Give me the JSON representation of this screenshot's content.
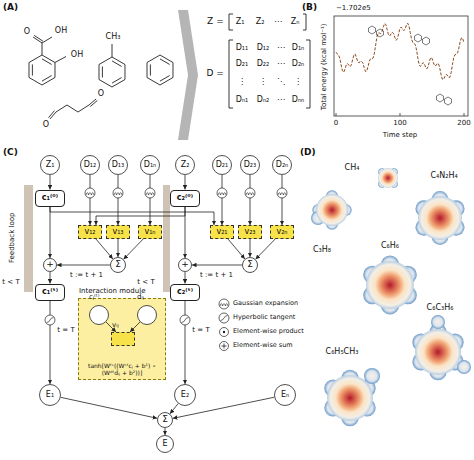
{
  "diagram": {
    "nodes": [
      {
        "text": [
          "Z₁"
        ]
      },
      {
        "text": [
          "c₁⁽⁰⁾"
        ]
      },
      {
        "text": [
          "D₁₂"
        ]
      },
      {
        "text": [
          "D₁₃"
        ]
      },
      {
        "text": [
          "D₁ₙ"
        ]
      },
      {
        "text": [
          "Z₂"
        ]
      },
      {
        "text": [
          "c₂⁽⁰⁾"
        ]
      },
      {
        "text": [
          "D₂₁"
        ]
      },
      {
        "text": [
          "D₂₃"
        ]
      },
      {
        "text": [
          "D₂ₙ"
        ]
      },
      {
        "text": [
          "v₁₂"
        ]
      },
      {
        "text": [
          "v₁₃"
        ]
      },
      {
        "text": [
          "v₁ₙ"
        ]
      },
      {
        "text": [
          "v₂₁"
        ]
      },
      {
        "text": [
          "v₂₃"
        ]
      },
      {
        "text": [
          "v₂ₙ"
        ]
      },
      {
        "text": [
          "+"
        ]
      },
      {
        "text": [
          "Σ"
        ]
      },
      {
        "text": [
          "+"
        ]
      },
      {
        "text": [
          "Σ"
        ]
      },
      {
        "text": [
          "c₁⁽ᵗ⁾"
        ]
      },
      {
        "text": [
          "c₂⁽ᵗ⁾"
        ]
      },
      {
        "text": [
          "Interaction module",
          "tanh[Wᶠᶜ((Wᶜᶠcⱼ + b¹) ∘ (Wᵈᶠd̂ᵢⱼ + b²))]"
        ]
      },
      {
        "text": [
          "cⱼ⁽ᵗ⁾"
        ],
        "in": 22
      },
      {
        "text": [
          "d̂ᵢⱼ"
        ],
        "in": 22
      },
      {
        "text": [
          "vᵢⱼ"
        ],
        "in": 22
      },
      {
        "text": [
          "E₁"
        ]
      },
      {
        "text": [
          "E₂"
        ]
      },
      {
        "text": [
          "Eₙ"
        ]
      },
      {
        "text": [
          "Σ"
        ]
      },
      {
        "text": [
          "E"
        ]
      }
    ],
    "edges": [
      {
        "from": 0,
        "to": 1,
        "arrow": "to"
      },
      {
        "from": 1,
        "to": 16,
        "arrow": "to"
      },
      {
        "from": 2,
        "to": 10,
        "arrow": "to"
      },
      {
        "from": 3,
        "to": 11,
        "arrow": "to"
      },
      {
        "from": 4,
        "to": 12,
        "arrow": "to"
      },
      {
        "from": 5,
        "to": 6,
        "arrow": "to"
      },
      {
        "from": 6,
        "to": 18,
        "arrow": "to"
      },
      {
        "from": 7,
        "to": 13,
        "arrow": "to"
      },
      {
        "from": 8,
        "to": 14,
        "arrow": "to"
      },
      {
        "from": 9,
        "to": 15,
        "arrow": "to"
      },
      {
        "from": 1,
        "to": 13,
        "arrow": "to"
      },
      {
        "from": 6,
        "to": 10,
        "arrow": "to"
      },
      {
        "from": 10,
        "to": 17,
        "arrow": "to"
      },
      {
        "from": 11,
        "to": 17,
        "arrow": "to"
      },
      {
        "from": 12,
        "to": 17,
        "arrow": "to"
      },
      {
        "from": 13,
        "to": 19,
        "arrow": "to"
      },
      {
        "from": 14,
        "to": 19,
        "arrow": "to"
      },
      {
        "from": 15,
        "to": 19,
        "arrow": "to"
      },
      {
        "from": 17,
        "to": 16,
        "arrow": "to"
      },
      {
        "from": 19,
        "to": 18,
        "arrow": "to"
      },
      {
        "from": 16,
        "to": 20,
        "arrow": "to"
      },
      {
        "from": 18,
        "to": 21,
        "arrow": "to"
      },
      {
        "from": 20,
        "to": 26,
        "arrow": "to"
      },
      {
        "from": 21,
        "to": 27,
        "arrow": "to"
      },
      {
        "from": 23,
        "to": 25,
        "arrow": "to"
      },
      {
        "from": 24,
        "to": 25,
        "arrow": "to"
      },
      {
        "from": 26,
        "to": 29,
        "arrow": "to"
      },
      {
        "from": 27,
        "to": 29,
        "arrow": "to"
      },
      {
        "from": 28,
        "to": 29,
        "arrow": "to"
      },
      {
        "from": 29,
        "to": 30,
        "arrow": "to"
      }
    ],
    "labels": [
      "(A)",
      "O",
      "OH",
      "OH",
      "CH₃",
      "O",
      "O",
      "Z",
      "=",
      "Z₁",
      "Z₂",
      "⋯",
      "Zₙ",
      "D",
      "=",
      "D₁₁",
      "D₁₂",
      "⋯",
      "D₁ₙ",
      "D₂₁",
      "D₂₂",
      "⋯",
      "D₂ₙ",
      "⋮",
      "⋮",
      "⋱",
      "⋮",
      "Dₙ₁",
      "Dₙ₂",
      "⋯",
      "Dₙₙ",
      "(B)",
      "−1.702e5",
      "Total energy (kcal mol⁻¹)",
      "0",
      "100",
      "200",
      "Time step",
      "(C)",
      "Feedback loop",
      "t := t + 1",
      "t := t + 1",
      "t < T",
      "t = T",
      "t = T",
      "(D)",
      "CH₄",
      "C₄N₂H₄",
      "C₆H₆",
      "C₃H₈",
      "C₆C₃H₆",
      "C₆H₅CH₃",
      "t < T"
    ],
    "legend": [
      {
        "text": "Gaussian expansion"
      },
      {
        "text": "Hyperbolic tangent"
      },
      {
        "text": "Element-wise product"
      },
      {
        "text": "Element-wise sum"
      }
    ]
  }
}
